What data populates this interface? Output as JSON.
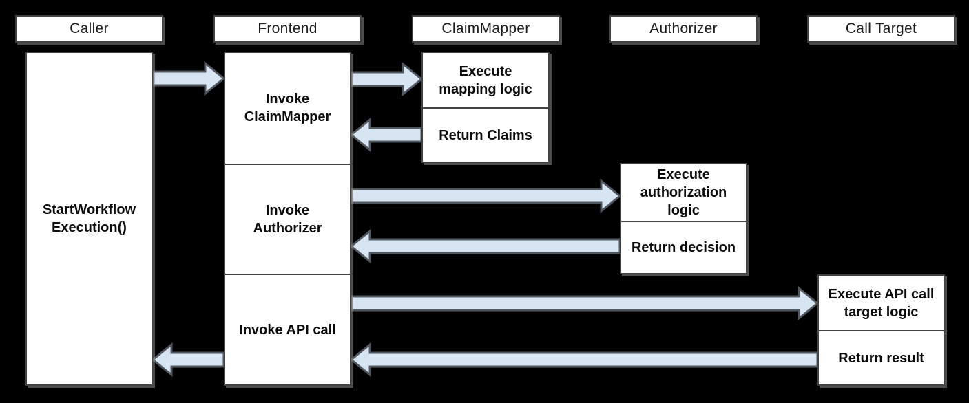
{
  "diagram": {
    "title_hint": "workflow-authorization-sequence",
    "colors": {
      "background": "#000000",
      "box_bg": "#ffffff",
      "box_border": "#424242",
      "arrow_fill": "#d7e4f2",
      "arrow_stroke": "#51575e",
      "text": "#0c0c0c"
    },
    "lanes": [
      {
        "id": "caller",
        "label": "Caller"
      },
      {
        "id": "frontend",
        "label": "Frontend"
      },
      {
        "id": "claimmapper",
        "label": "ClaimMapper"
      },
      {
        "id": "authorizer",
        "label": "Authorizer"
      },
      {
        "id": "calltarget",
        "label": "Call Target"
      }
    ],
    "boxes": {
      "caller_activation": "StartWorkflow\nExecution()",
      "frontend_invoke_claimmapper": "Invoke\nClaimMapper",
      "frontend_invoke_authorizer": "Invoke\nAuthorizer",
      "frontend_invoke_api_call": "Invoke API call",
      "claimmapper_execute": "Execute\nmapping logic",
      "claimmapper_return": "Return Claims",
      "authorizer_execute": "Execute\nauthorization\nlogic",
      "authorizer_return": "Return decision",
      "calltarget_execute": "Execute API call\ntarget logic",
      "calltarget_return": "Return result"
    },
    "connectors": [
      {
        "from": "caller",
        "to": "frontend",
        "direction": "right"
      },
      {
        "from": "frontend",
        "to": "claimmapper",
        "direction": "right"
      },
      {
        "from": "claimmapper",
        "to": "frontend",
        "direction": "left"
      },
      {
        "from": "frontend",
        "to": "authorizer",
        "direction": "right"
      },
      {
        "from": "authorizer",
        "to": "frontend",
        "direction": "left"
      },
      {
        "from": "frontend",
        "to": "calltarget",
        "direction": "right"
      },
      {
        "from": "calltarget",
        "to": "frontend",
        "direction": "left"
      },
      {
        "from": "frontend",
        "to": "caller",
        "direction": "left"
      }
    ]
  }
}
